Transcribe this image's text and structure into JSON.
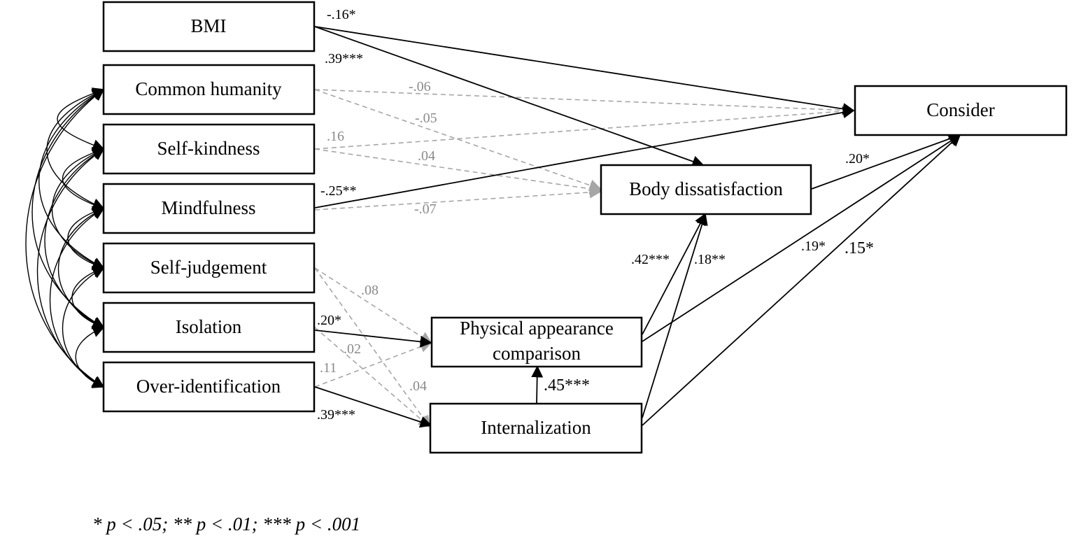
{
  "nodes": {
    "bmi": "BMI",
    "common_humanity": "Common humanity",
    "self_kindness": "Self-kindness",
    "mindfulness": "Mindfulness",
    "self_judgement": "Self-judgement",
    "isolation": "Isolation",
    "over_identification": "Over-identification",
    "consider": "Consider",
    "body_dissatisfaction": "Body dissatisfaction",
    "physical_appearance_comparison_line1": "Physical appearance",
    "physical_appearance_comparison_line2": "comparison",
    "internalization": "Internalization"
  },
  "paths": [
    {
      "from": "BMI",
      "to": "Consider",
      "coefficient": "-.16*",
      "significant": true
    },
    {
      "from": "BMI",
      "to": "Body dissatisfaction",
      "coefficient": ".39***",
      "significant": true
    },
    {
      "from": "Common humanity",
      "to": "Consider",
      "coefficient": "-.06",
      "significant": false
    },
    {
      "from": "Common humanity",
      "to": "Body dissatisfaction",
      "coefficient": "-.05",
      "significant": false
    },
    {
      "from": "Self-kindness",
      "to": "Consider",
      "coefficient": ".16",
      "significant": false
    },
    {
      "from": "Self-kindness",
      "to": "Body dissatisfaction",
      "coefficient": ".04",
      "significant": false
    },
    {
      "from": "Mindfulness",
      "to": "Consider",
      "coefficient": "-.25**",
      "significant": true
    },
    {
      "from": "Mindfulness",
      "to": "Body dissatisfaction",
      "coefficient": "-.07",
      "significant": false
    },
    {
      "from": "Self-judgement",
      "to": "Physical appearance comparison",
      "coefficient": ".08",
      "significant": false
    },
    {
      "from": "Self-judgement",
      "to": "Internalization",
      "coefficient": ".04",
      "significant": false
    },
    {
      "from": "Isolation",
      "to": "Physical appearance comparison",
      "coefficient": ".20*",
      "significant": true
    },
    {
      "from": "Isolation",
      "to": "Internalization",
      "coefficient": ".02",
      "significant": false
    },
    {
      "from": "Over-identification",
      "to": "Physical appearance comparison",
      "coefficient": ".11",
      "significant": false
    },
    {
      "from": "Over-identification",
      "to": "Internalization",
      "coefficient": ".39***",
      "significant": true
    },
    {
      "from": "Internalization",
      "to": "Physical appearance comparison",
      "coefficient": ".45***",
      "significant": true
    },
    {
      "from": "Physical appearance comparison",
      "to": "Body dissatisfaction",
      "coefficient": ".42***",
      "significant": true
    },
    {
      "from": "Internalization",
      "to": "Body dissatisfaction",
      "coefficient": ".18**",
      "significant": true
    },
    {
      "from": "Body dissatisfaction",
      "to": "Consider",
      "coefficient": ".20*",
      "significant": true
    },
    {
      "from": "Physical appearance comparison",
      "to": "Consider",
      "coefficient": ".19*",
      "significant": true
    },
    {
      "from": "Internalization",
      "to": "Consider",
      "coefficient": ".15*",
      "significant": true
    }
  ],
  "footnote": "* p < .05; ** p < .01; *** p < .001",
  "colors": {
    "significant": "#000000",
    "non_significant": "#a6a6a6",
    "non_significant_label": "#8a8a8a"
  }
}
